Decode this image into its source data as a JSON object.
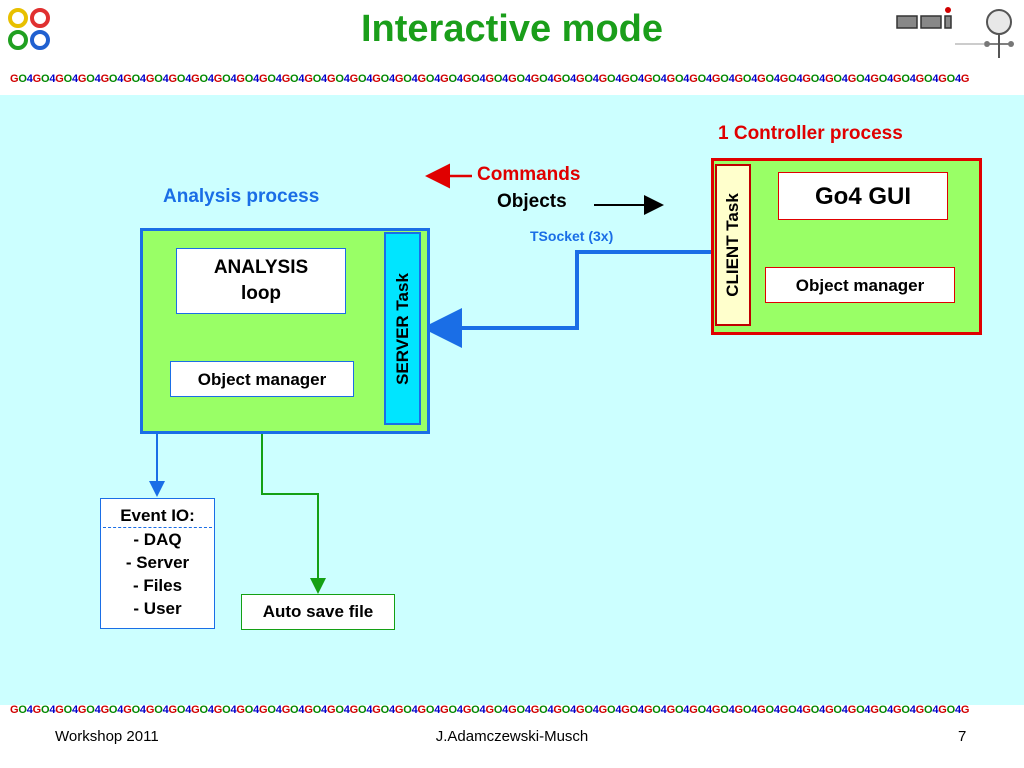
{
  "title": "Interactive mode",
  "strip_unit": [
    "G",
    "O",
    "4"
  ],
  "strip_repeat": 42,
  "labels": {
    "analysis_process": "Analysis process",
    "controller_process": "1 Controller process",
    "commands": "Commands",
    "objects": "Objects",
    "tsocket": "TSocket (3x)"
  },
  "analysis": {
    "loop_line1": "ANALYSIS",
    "loop_line2": "loop",
    "object_manager": "Object manager",
    "server_task": "SERVER Task"
  },
  "controller": {
    "gui": "Go4 GUI",
    "object_manager": "Object manager",
    "client_task": "CLIENT Task"
  },
  "event_io": {
    "header": "Event IO:",
    "items": [
      "- DAQ",
      "- Server",
      "- Files",
      "- User"
    ]
  },
  "auto_save": "Auto save file",
  "footer": {
    "left": "Workshop 2011",
    "center": "J.Adamczewski-Musch",
    "page": "7"
  },
  "colors": {
    "title": "#1a9e1a",
    "background": "#ccffff",
    "process_fill": "#99ff66",
    "analysis_border": "#1a6ee6",
    "controller_border": "#e00000",
    "server_fill": "#00e5ff",
    "client_fill": "#ffffcc",
    "arrow_green": "#14a014",
    "arrow_blue": "#1a6ee6",
    "commands_red": "#e00000",
    "label_blue": "#1a6ee6"
  },
  "icons": {
    "go4_logo": "four-colored-rings-logo",
    "gsi_logo": "gsi-logo"
  }
}
